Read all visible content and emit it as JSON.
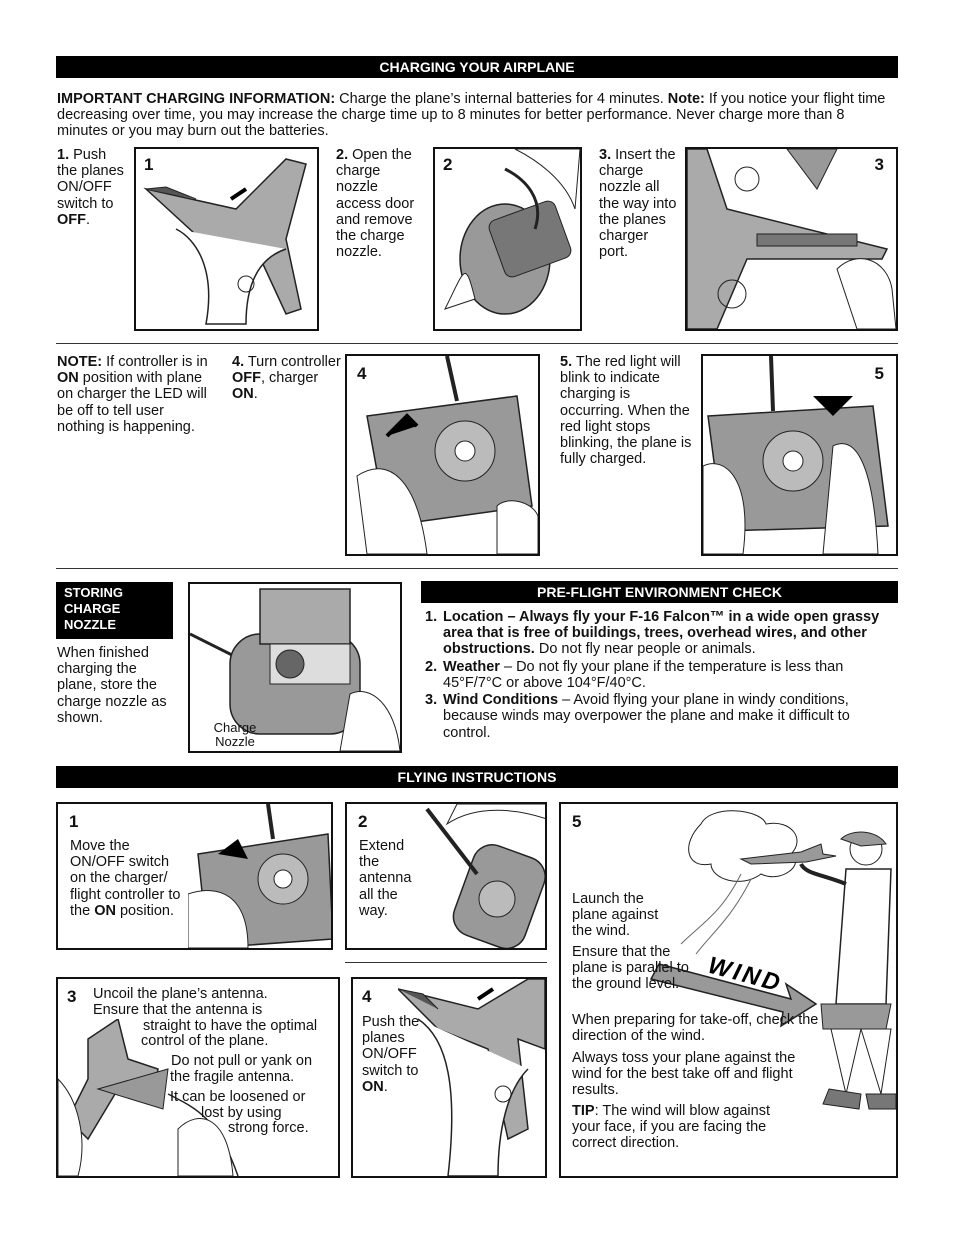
{
  "charging": {
    "header": "CHARGING YOUR AIRPLANE",
    "important_label": "IMPORTANT CHARGING INFORMATION:",
    "important_text1": " Charge the plane’s internal batteries for 4 minutes. ",
    "note_label": "Note:",
    "important_text2": " If you notice your flight time decreasing over time, you may increase the charge time up to 8 minutes for better performance. Never charge more than 8 minutes or you may burn out the batteries.",
    "steps": [
      {
        "num": "1.",
        "pre": " Push the planes ON/OFF switch to ",
        "bold": "OFF",
        "post": ".",
        "panel": "1"
      },
      {
        "num": "2.",
        "pre": " Open the charge nozzle access door and remove the charge nozzle.",
        "bold": "",
        "post": "",
        "panel": "2"
      },
      {
        "num": "3.",
        "pre": " Insert the charge nozzle all the way into the planes charger port.",
        "bold": "",
        "post": "",
        "panel": "3"
      },
      {
        "num": "4.",
        "pre": " Turn controller ",
        "bold": "OFF",
        "mid": ", charger ",
        "bold2": "ON",
        "post": ".",
        "panel": "4"
      },
      {
        "num": "5.",
        "pre": " The red light will blink to indicate charging is occurring. When the red light stops blinking, the plane is fully charged.",
        "bold": "",
        "post": "",
        "panel": "5"
      }
    ],
    "note": {
      "label": "NOTE:",
      "pre": " If controller is in ",
      "bold": "ON",
      "post": " position with plane on charger the LED will be off to tell user nothing is happening."
    }
  },
  "storing": {
    "header_lines": [
      "STORING",
      "CHARGE",
      "NOZZLE"
    ],
    "text": "When finished charging the plane, store the charge nozzle as shown.",
    "label_lines": [
      "Charge",
      "Nozzle"
    ]
  },
  "preflight": {
    "header": "PRE-FLIGHT ENVIRONMENT CHECK",
    "items": [
      {
        "n": "1.",
        "bold": "Location – Always fly your F-16 Falcon™ in a wide open grassy area that is free of buildings, trees, overhead wires, and other obstructions.",
        "text": " Do not fly near people or animals."
      },
      {
        "n": "2.",
        "bold": "Weather",
        "text": " – Do not fly your plane if the temperature is less than 45°F/7°C or above 104°F/40°C."
      },
      {
        "n": "3.",
        "bold": "Wind Conditions",
        "text": " – Avoid flying your plane in windy conditions, because winds may overpower the plane and make it difficult to control."
      }
    ]
  },
  "flying": {
    "header": "FLYING INSTRUCTIONS",
    "step1": {
      "num": "1",
      "pre": "Move the ON/OFF switch on the charger/ flight controller to the ",
      "bold": "ON",
      "post": " position."
    },
    "step2": {
      "num": "2",
      "text": "Extend the antenna all the way."
    },
    "step3": {
      "num": "3",
      "lines": [
        "Uncoil the plane’s antenna.",
        "Ensure that the antenna is",
        "straight to have the optimal",
        "control of the plane.",
        "Do not pull or yank on",
        "the fragile antenna.",
        "It can be loosened or",
        "lost by using",
        "strong force."
      ]
    },
    "step4": {
      "num": "4",
      "pre": "Push the planes ON/OFF switch to ",
      "bold": "ON",
      "post": "."
    },
    "step5": {
      "num": "5",
      "launch": "Launch the plane against the wind.",
      "ensure": "Ensure that the plane is parallel to the ground level.",
      "prep": "When preparing for take-off, check the direction of the wind.",
      "always": "Always toss your plane against the wind for the best take off and flight results.",
      "tip_label": "TIP",
      "tip_text": ": The wind will blow against your face, if you are facing the correct direction.",
      "wind_word": "WIND"
    }
  }
}
